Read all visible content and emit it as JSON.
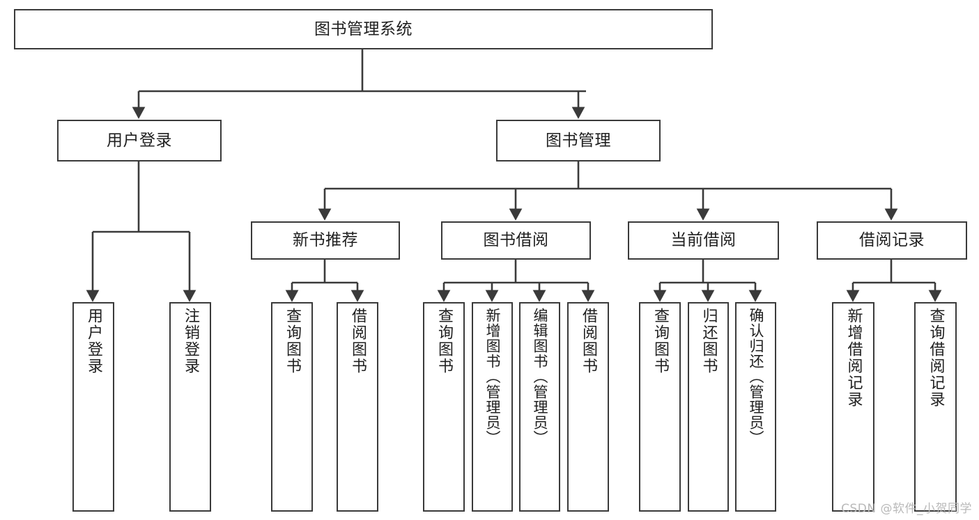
{
  "diagram": {
    "title": "图书管理系统",
    "type": "tree-hierarchy",
    "watermark": "CSDN @软件_小贺同学",
    "stroke_color": "#3a3a3a",
    "fill_color": "#ffffff",
    "text_color": "#202020",
    "watermark_color": "#b9b9b9"
  },
  "root": {
    "label": "图书管理系统"
  },
  "level1": [
    {
      "label": "用户登录"
    },
    {
      "label": "图书管理"
    }
  ],
  "level2": [
    {
      "label": "新书推荐"
    },
    {
      "label": "图书借阅"
    },
    {
      "label": "当前借阅"
    },
    {
      "label": "借阅记录"
    }
  ],
  "leaves": {
    "user_login": [
      {
        "label": "用户登录"
      },
      {
        "label": "注销登录"
      }
    ],
    "new_book_recommend": [
      {
        "label": "查询图书"
      },
      {
        "label": "借阅图书"
      }
    ],
    "book_borrow": [
      {
        "label": "查询图书"
      },
      {
        "label": "新增图书（管理员）"
      },
      {
        "label": "编辑图书（管理员）"
      },
      {
        "label": "借阅图书"
      }
    ],
    "current_borrow": [
      {
        "label": "查询图书"
      },
      {
        "label": "归还图书"
      },
      {
        "label": "确认归还（管理员）"
      }
    ],
    "borrow_record": [
      {
        "label": "新增借阅记录"
      },
      {
        "label": "查询借阅记录"
      }
    ]
  }
}
